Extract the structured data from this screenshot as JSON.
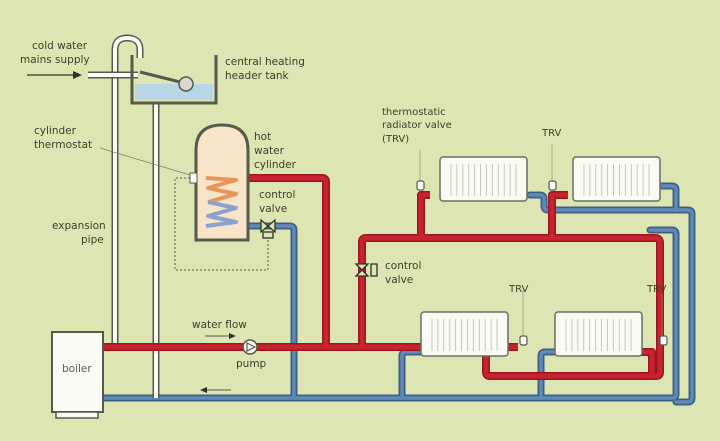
{
  "diagram": {
    "title": "Central heating system",
    "colors": {
      "background": "#dde6b2",
      "hot_pipe": "#c21f2a",
      "cold_pipe": "#4f7aa6",
      "outline": "#555a4a",
      "white": "#fbfbf6",
      "tank_water": "#b9d6e6",
      "cylinder_fill": "#f8e4c8",
      "coil_orange": "#e8955a",
      "coil_blue": "#8aa2cc"
    },
    "labels": {
      "cold_water_line1": "cold water",
      "cold_water_line2": "mains supply",
      "header_tank_line1": "central heating",
      "header_tank_line2": "header tank",
      "cyl_thermo_line1": "cylinder",
      "cyl_thermo_line2": "thermostat",
      "hot_cyl_line1": "hot",
      "hot_cyl_line2": "water",
      "hot_cyl_line3": "cylinder",
      "control_valve_1_line1": "control",
      "control_valve_1_line2": "valve",
      "expansion_line1": "expansion",
      "expansion_line2": "pipe",
      "trv_full_line1": "thermostatic",
      "trv_full_line2": "radiator valve",
      "trv_full_line3": "(TRV)",
      "trv_2": "TRV",
      "trv_3": "TRV",
      "trv_4": "TRV",
      "control_valve_2_line1": "control",
      "control_valve_2_line2": "valve",
      "water_flow": "water flow",
      "pump": "pump",
      "boiler": "boiler"
    }
  }
}
